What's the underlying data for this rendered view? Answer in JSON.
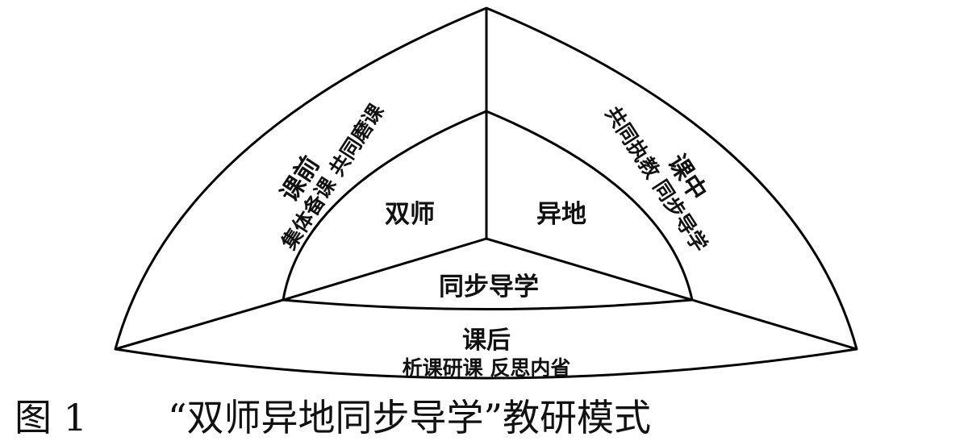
{
  "diagram": {
    "center": {
      "left": "双师",
      "right": "异地",
      "bottom": "同步导学"
    },
    "stages": {
      "before": {
        "title": "课前",
        "activities": "集体备课 共同磨课"
      },
      "during": {
        "title": "课中",
        "activities": "共同执教 同步导学"
      },
      "after": {
        "title": "课后",
        "activities": "析课研课 反思内省"
      }
    }
  },
  "caption": {
    "label": "图 1",
    "title": "“双师异地同步导学”教研模式"
  }
}
